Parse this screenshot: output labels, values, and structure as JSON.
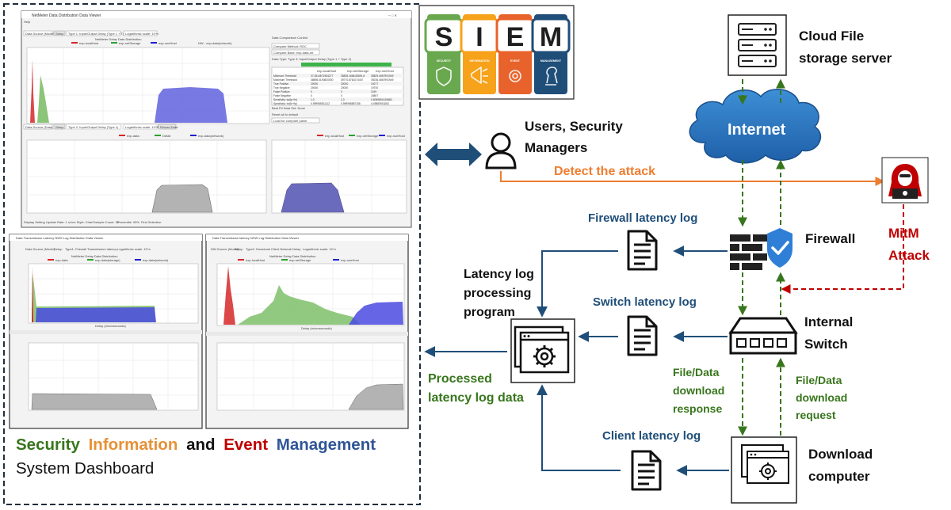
{
  "dashboard": {
    "caption_line1": [
      "Security",
      "Information",
      "and",
      "Event",
      "Management"
    ],
    "caption_line2": "System Dashboard",
    "colors": {
      "security": "#38761d",
      "information": "#e69138",
      "event": "#c00000",
      "management": "#2f5597",
      "and": "#111111"
    },
    "top_window": {
      "title": "NetMeter Data Distribution Data Viewer",
      "menu": "Help",
      "toolbar": [
        "Data Source (Model)",
        "Setup",
        "Type 1: Input/Output Delay (Type 1 + Type 2)",
        "Logarithmic scale: 10^n"
      ],
      "chart_title": "NetMeter Delay Data Distribution",
      "legend": [
        "exp-localHost",
        "exp-netStorage",
        "exp-noeHost",
        "NW - exp-data(network)"
      ],
      "side_panel_title": "Data Comparison Control",
      "side_rows": [
        "Compare Method: ROC",
        "Compare Base: exp-data-mt",
        "Data Type: Type 3: Input/Output Delay (Type 1 + Type 2)",
        "Best Fit Data Set: None",
        "Reset all to default",
        "Load for compare panel"
      ],
      "table_headers": [
        "",
        "exp-localHost",
        "exp-netStorage",
        "exp-noeHost"
      ],
      "table_rows": [
        [
          "Minimum Threshold",
          "37.4514871984277",
          "35835.1668.83891.8",
          "35829.4567991949"
        ],
        [
          "Maximum Threshold",
          "38898.4190820000",
          "39770.8761074407",
          "39236.4567991949"
        ],
        [
          "True Positive",
          "20000",
          "20000",
          "19277"
        ],
        [
          "True Negative",
          "20000",
          "20000",
          "19700"
        ],
        [
          "False Positive",
          "0",
          "0",
          "1199"
        ],
        [
          "False Negative",
          "0",
          "0",
          "18807"
        ],
        [
          "Sensitivity: tp/(tp+fn)",
          "1.0",
          "1.0",
          "0.5059854126880"
        ],
        [
          "Specificity: tn/(tn+fp)",
          "0.999955511112",
          "0.999998887155",
          "0.49580915262"
        ]
      ],
      "lower_toolbar": [
        "Data Source (Data)",
        "Setup",
        "Type 2: Input/Output Delay (Type 1)",
        "Logarithmic scale: 10^n",
        "Reload Data"
      ],
      "lower_left_legend": [
        "exp-data",
        "Detail",
        "exp-data(network)"
      ],
      "lower_right_legend": [
        "exp-localHost",
        "exp-netStorage",
        "exp-noeHost"
      ],
      "status": [
        "Display Setting",
        "Update Rate: 1 s",
        "Line Style: Chart",
        "Sample Count: 30",
        "Percentile: 95%",
        "Find Selection"
      ]
    },
    "left_window": {
      "title": "Data Transmission Latency NWS Log Distribution Data Viewer",
      "toolbar": [
        "Data Source (Model)",
        "Setup",
        "Type1: Firewall Transmission latency",
        "Logarithmic scale: 10^n"
      ],
      "chart_title": "NetMeter Delay Data Distribution",
      "legend": [
        "exp-data",
        "exp-data(storage)",
        "exp-data(network)"
      ],
      "xlabel": "Delay (microseconds)"
    },
    "right_window": {
      "title": "Data Transmission latency NSW Log Distribution Data Viewer",
      "toolbar": [
        "NW-Source (Model)",
        "Setup",
        "Type2: Download Client Network Delay",
        "Logarithmic scale: 10^n"
      ],
      "chart_title": "NetMeter Delay Data Distribution",
      "legend": [
        "exp-localHost",
        "exp-netStorage",
        "exp-noeHost"
      ],
      "xlabel": "Delay (microseconds)"
    }
  },
  "siem_badge": {
    "letters": [
      "S",
      "I",
      "E",
      "M"
    ],
    "subtitles": [
      "SECURITY",
      "INFORMATION",
      "EVENT",
      "MANAGEMENT"
    ],
    "colors": [
      "#6aa84f",
      "#f6a21a",
      "#e8632b",
      "#1f4e79"
    ]
  },
  "nodes": {
    "cloud_server": [
      "Cloud File",
      "storage  server"
    ],
    "internet": "Internet",
    "users": [
      "Users, Security",
      "Managers"
    ],
    "firewall": "Firewall",
    "internal_switch": [
      "Internal",
      "Switch"
    ],
    "download_computer": [
      "Download",
      "computer"
    ],
    "latency_program": [
      "Latency log",
      "processing",
      "program"
    ]
  },
  "logs": {
    "firewall": "Firewall latency log",
    "switch": "Switch latency log",
    "client": "Client latency log"
  },
  "labels": {
    "detect_attack": "Detect the attack",
    "mitm": [
      "MitM",
      "Attack"
    ],
    "processed": [
      "Processed",
      "latency log data"
    ],
    "response": [
      "File/Data",
      "download",
      "response"
    ],
    "request": [
      "File/Data",
      "download",
      "request"
    ]
  },
  "colors": {
    "navy": "#1f4e79",
    "green_dash": "#38761d",
    "orange": "#ed7d31",
    "red": "#c00000",
    "internet_blue": "#2e75b6"
  }
}
